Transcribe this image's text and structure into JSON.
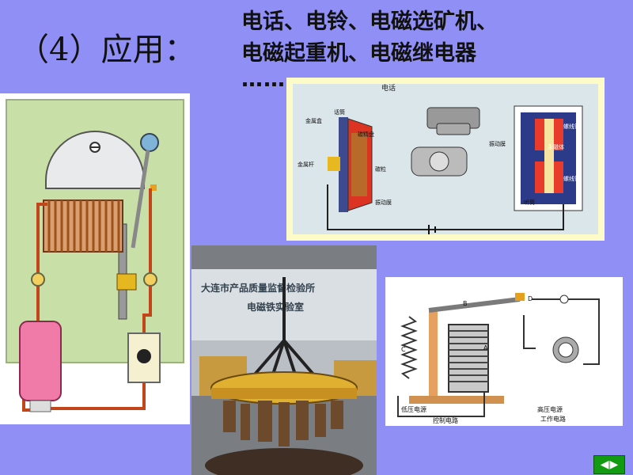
{
  "heading": "（4）应用：",
  "applications": {
    "line1": "电话、电铃、电磁选矿机、",
    "line2": "电磁起重机、电磁继电器",
    "ellipsis": "……"
  },
  "phone_diagram": {
    "title": "电话",
    "labels": {
      "mic": "话筒",
      "metal_box": "金属盒",
      "carbon_granules": "碳精盘",
      "metal_rod": "金属杆",
      "carbon_particles": "碳粒",
      "vibration_film": "振动膜",
      "earpiece": "听筒",
      "coil_top": "螺线管",
      "magnet": "永磁体",
      "coil_bottom": "螺线管",
      "diaphragm": "振动膜"
    }
  },
  "crane_photo": {
    "sign_line1": "大连市产品质量监督检验所",
    "sign_line2": "电磁铁实验室"
  },
  "relay_diagram": {
    "labels": {
      "a": "A",
      "b": "B",
      "c": "C",
      "d": "D",
      "low_voltage": "低压电源",
      "control_circuit": "控制电路",
      "high_voltage": "高压电源",
      "working_circuit": "工作电路"
    }
  },
  "nav": {
    "prev": "◀",
    "next": "▶"
  },
  "colors": {
    "background": "#8f8ff5",
    "nav": "#129b12"
  }
}
